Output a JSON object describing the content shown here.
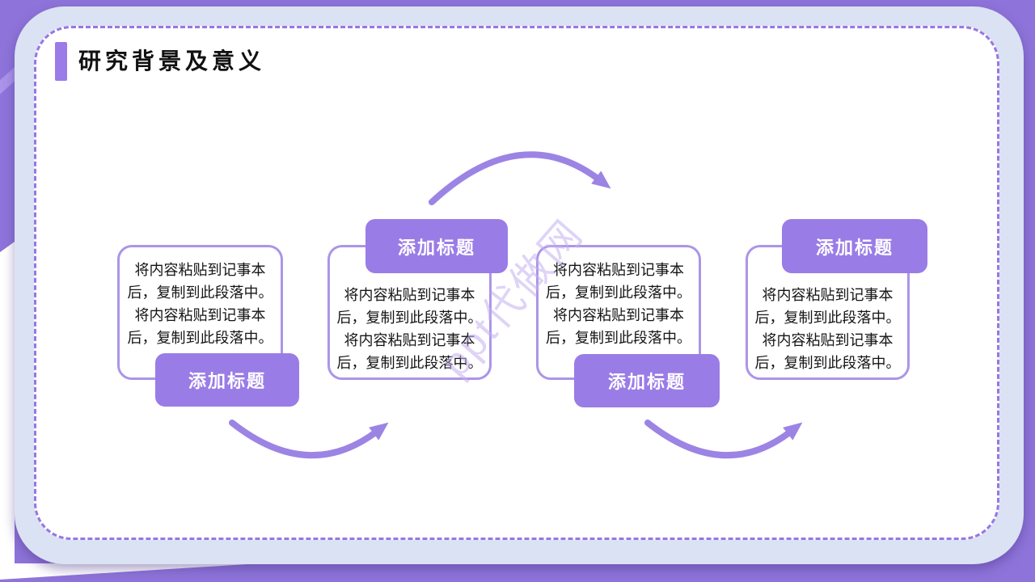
{
  "slide": {
    "title": "研究背景及意义",
    "watermark": "ppt代做网",
    "colors": {
      "background_purple": "#8E74DA",
      "panel_band": "#DBE2F3",
      "dashed_border": "#9677E3",
      "badge_fill": "#9A7CE6",
      "box_border": "#AC95E8",
      "arrow": "#9C84E4",
      "title_accent": "#9B7BE8",
      "text": "#141414"
    },
    "items": [
      {
        "title": "添加标题",
        "badge_position": "bottom",
        "lines": [
          "将内容粘贴到记事本",
          "后，复制到此段落中。",
          "将内容粘贴到记事本",
          "后，复制到此段落中。"
        ]
      },
      {
        "title": "添加标题",
        "badge_position": "top",
        "lines": [
          "将内容粘贴到记事本",
          "后，复制到此段落中。",
          "将内容粘贴到记事本",
          "后，复制到此段落中。"
        ]
      },
      {
        "title": "添加标题",
        "badge_position": "bottom",
        "lines": [
          "将内容粘贴到记事本",
          "后，复制到此段落中。",
          "将内容粘贴到记事本",
          "后，复制到此段落中。"
        ]
      },
      {
        "title": "添加标题",
        "badge_position": "top",
        "lines": [
          "将内容粘贴到记事本",
          "后，复制到此段落中。",
          "将内容粘贴到记事本",
          "后，复制到此段落中。"
        ]
      }
    ]
  }
}
